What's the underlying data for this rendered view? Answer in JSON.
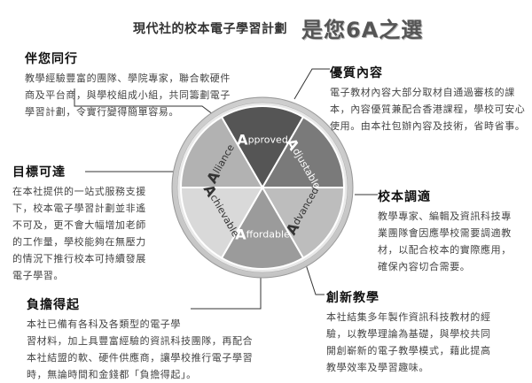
{
  "title": {
    "main": "現代社的校本電子學習計劃",
    "accent": "是您6A之選"
  },
  "segments": [
    {
      "cap": "A",
      "rest": "pproved",
      "fill": "#555555",
      "text_color": "#ffffff"
    },
    {
      "cap": "A",
      "rest": "djustable",
      "fill": "#7a7a7a",
      "text_color": "#ffffff"
    },
    {
      "cap": "A",
      "rest": "dvanced",
      "fill": "#bdbdbd",
      "text_color": "#333333"
    },
    {
      "cap": "A",
      "rest": "ffordable",
      "fill": "#9b9b9b",
      "text_color": "#ffffff"
    },
    {
      "cap": "A",
      "rest": "chievable",
      "fill": "#d9d9d9",
      "text_color": "#333333"
    },
    {
      "cap": "A",
      "rest": "lliance",
      "fill": "#b2b2b2",
      "text_color": "#333333"
    }
  ],
  "blocks": {
    "partner": {
      "heading": "伴您同行",
      "lines": [
        "教學經驗豐富的團隊、學院專家，聯合軟硬件",
        "商及平台商，與學校組成小組，共同籌劃電子",
        "學習計劃，令實行變得簡單容易。"
      ]
    },
    "goal": {
      "heading": "目標可達",
      "lines": [
        "在本社提供的一站式服務支援",
        "下，校本電子學習計劃並非遙",
        "不可及，更不會大幅增加老師",
        "的工作量，學校能夠在無壓力",
        "的情況下推行校本可持續發展",
        "電子學習。"
      ]
    },
    "affordable": {
      "heading": "負擔得起",
      "lines": [
        "本社已備有各科及各類型的電子學",
        "習材料，加上具豐富經驗的資訊科技團隊，再配合",
        "本社結盟的軟、硬件供應商，讓學校推行電子學習",
        "時，無論時間和金錢都「負擔得起」。"
      ]
    },
    "quality": {
      "heading": "優質內容",
      "lines": [
        "電子教材內容大部分取材自通過審核的課",
        "本，內容優質兼配合香港課程，學校可安心",
        "使用。由本社包辦內容及技術，省時省事。"
      ]
    },
    "adjust": {
      "heading": "校本調適",
      "lines": [
        "教學專家、編輯及資訊科技專",
        "業團隊會因應學校需要調適教",
        "材，以配合校本的實際應用，",
        "確保內容切合需要。"
      ]
    },
    "innov": {
      "heading": "創新教學",
      "lines": [
        "本社結集多年製作資訊科技教材的經",
        "驗，以教學理論為基礎，與學校共同",
        "開創嶄新的電子教學模式，藉此提高",
        "教學效率及學習趣味。"
      ]
    }
  }
}
